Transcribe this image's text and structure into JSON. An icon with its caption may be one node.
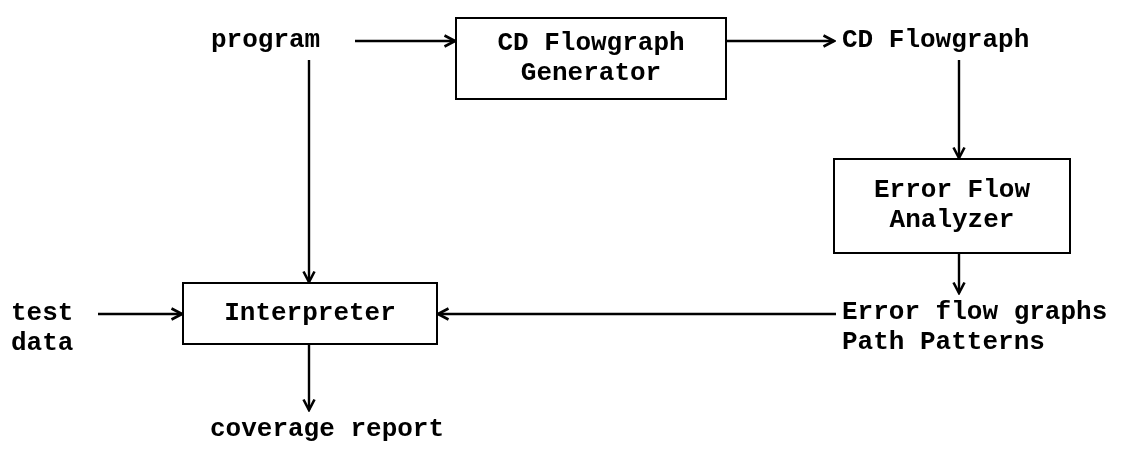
{
  "diagram": {
    "nodes": [
      {
        "text": [
          "program"
        ]
      },
      {
        "text": [
          "CD Flowgraph Generator"
        ]
      },
      {
        "text": [
          "CD Flowgraph"
        ]
      },
      {
        "text": [
          "Error Flow Analyzer"
        ]
      },
      {
        "text": [
          "test data"
        ]
      },
      {
        "text": [
          "Interpreter"
        ]
      },
      {
        "text": [
          "Error flow graphs Path Patterns"
        ]
      },
      {
        "text": [
          "coverage report"
        ]
      }
    ],
    "edges": [
      {
        "from": 0,
        "to": 1,
        "arrow": "to"
      },
      {
        "from": 1,
        "to": 2,
        "arrow": "to"
      },
      {
        "from": 2,
        "to": 3,
        "arrow": "to"
      },
      {
        "from": 3,
        "to": 6,
        "arrow": "to"
      },
      {
        "from": 6,
        "to": 5,
        "arrow": "to"
      },
      {
        "from": 4,
        "to": 5,
        "arrow": "to"
      },
      {
        "from": 0,
        "to": 5,
        "arrow": "to"
      },
      {
        "from": 5,
        "to": 7,
        "arrow": "to"
      }
    ]
  }
}
